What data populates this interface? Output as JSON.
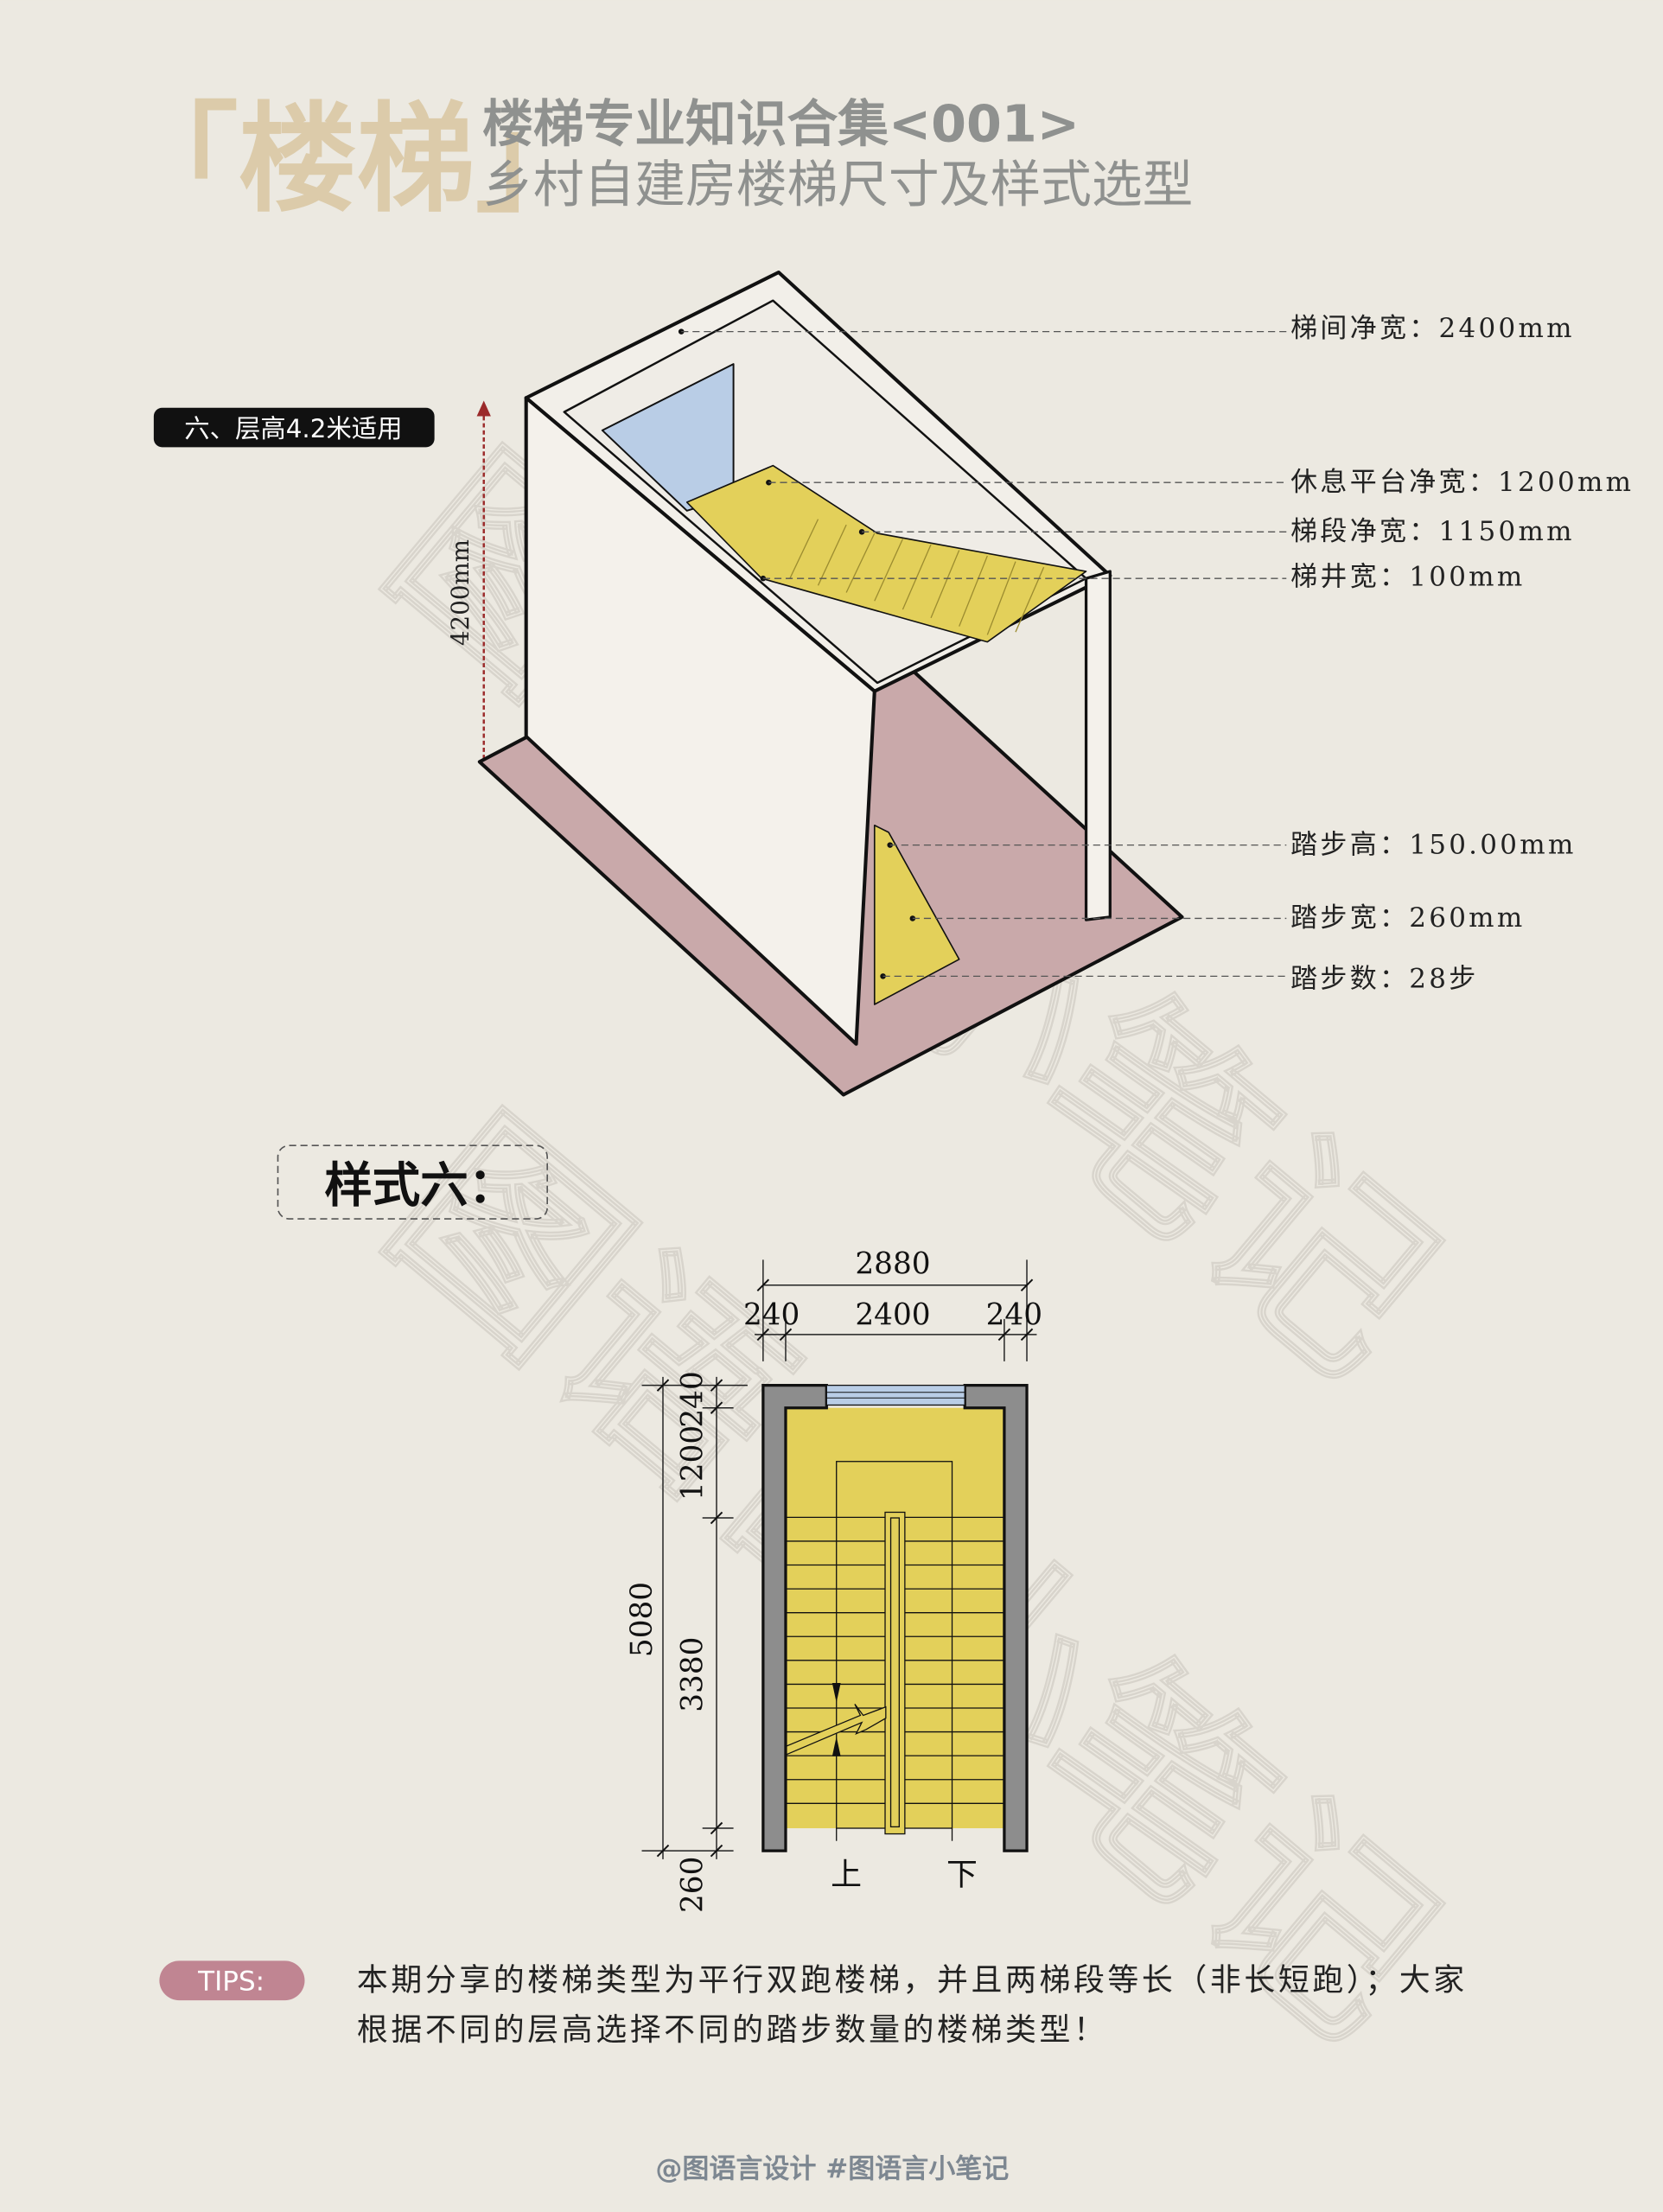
{
  "header": {
    "badge": "「楼梯」",
    "title": "楼梯专业知识合集<001>",
    "subtitle": "乡村自建房楼梯尺寸及样式选型"
  },
  "section_tag": "六、层高4.2米适用",
  "height_label": "4200mm",
  "annotations": [
    "梯间净宽：2400mm",
    "休息平台净宽：1200mm",
    "梯段净宽：1150mm",
    "梯井宽：100mm",
    "踏步高：150.00mm",
    "踏步宽：260mm",
    "踏步数：28步"
  ],
  "style_label": "样式六：",
  "plan": {
    "dim_total_width": "2880",
    "dim_wall_left": "240",
    "dim_clear_width": "2400",
    "dim_wall_right": "240",
    "dim_total_depth": "5080",
    "dim_top_wall": "240",
    "dim_landing": "1200",
    "dim_flight": "3380",
    "dim_bottom": "260",
    "up_label": "上",
    "down_label": "下"
  },
  "tips": {
    "badge": "TIPS:",
    "line1": "本期分享的楼梯类型为平行双跑楼梯，并且两梯段等长（非长短跑）；大家",
    "line2": "根据不同的层高选择不同的踏步数量的楼梯类型！"
  },
  "footer": "@图语言设计  #图语言小笔记",
  "watermark": "图语言小笔记",
  "colors": {
    "background": "#ece9e1",
    "stair_yellow": "#e3d05a",
    "floor_pink": "#c9a9aa",
    "wall_gray": "#8d8d8d",
    "window_blue": "#b9cde6",
    "tips_pink": "#c08592",
    "title_tan": "#dccbaa"
  }
}
